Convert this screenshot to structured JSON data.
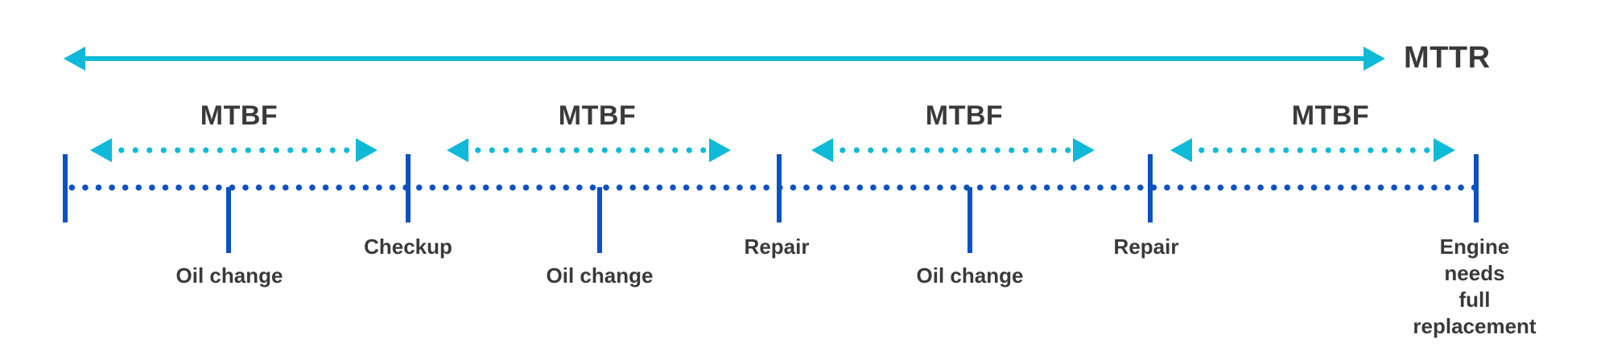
{
  "diagram": {
    "mttr_label": "MTTR",
    "intervals": [
      {
        "label": "MTBF"
      },
      {
        "label": "MTBF"
      },
      {
        "label": "MTBF"
      },
      {
        "label": "MTBF"
      }
    ],
    "events": [
      {
        "label": "Oil change",
        "type": "minor"
      },
      {
        "label": "Checkup",
        "type": "major"
      },
      {
        "label": "Oil change",
        "type": "minor"
      },
      {
        "label": "Repair",
        "type": "major"
      },
      {
        "label": "Oil change",
        "type": "minor"
      },
      {
        "label": "Repair",
        "type": "major"
      },
      {
        "label": "Engine needs\nfull replacement",
        "type": "end"
      }
    ],
    "colors": {
      "cyan": "#0fb9d8",
      "blue": "#0b51c2",
      "text": "#3a3a3a"
    }
  }
}
